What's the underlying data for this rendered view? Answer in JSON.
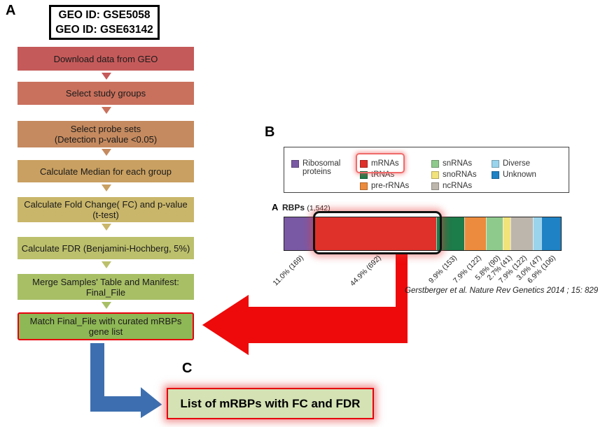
{
  "panel_labels": {
    "a": "A",
    "b": "B",
    "c": "C",
    "inner_a": "A"
  },
  "geo_ids": [
    "GEO ID: GSE5058",
    "GEO ID: GSE63142"
  ],
  "steps": [
    {
      "lines": [
        "Download data from GEO"
      ],
      "color": "#c55a5a"
    },
    {
      "lines": [
        "Select study groups"
      ],
      "color": "#c9715d"
    },
    {
      "lines": [
        "Select probe sets",
        "(Detection p-value <0.05)"
      ],
      "color": "#c58a5f"
    },
    {
      "lines": [
        "Calculate Median for each group"
      ],
      "color": "#c9a061"
    },
    {
      "lines": [
        "Calculate Fold Change( FC) and p-value",
        "(t-test)"
      ],
      "color": "#c9b66a"
    },
    {
      "lines": [
        "Calculate FDR (Benjamini-Hochberg, 5%)"
      ],
      "color": "#bcc06c"
    },
    {
      "lines": [
        "Merge Samples' Table  and Manifest:",
        "Final_File"
      ],
      "color": "#a8bf66"
    },
    {
      "lines": [
        "Match Final_File with curated mRBPs",
        "gene list"
      ],
      "color": "#8eb755"
    }
  ],
  "legend": {
    "items": [
      {
        "label": "Ribosomal",
        "label2": "proteins",
        "color": "#7a59a4"
      },
      {
        "label": "mRNAs",
        "color": "#e0302a"
      },
      {
        "label": "tRNAs",
        "color": "#1c7c4a"
      },
      {
        "label": "pre-rRNAs",
        "color": "#ec8b3d"
      },
      {
        "label": "snRNAs",
        "color": "#8fca8d"
      },
      {
        "label": "snoRNAs",
        "color": "#f2e27a"
      },
      {
        "label": "ncRNAs",
        "color": "#bdb6ad"
      },
      {
        "label": "Diverse",
        "color": "#99d4ec"
      },
      {
        "label": "Unknown",
        "color": "#1e82c4"
      }
    ]
  },
  "rbp_title": "RBPs",
  "rbp_count": "(1,542)",
  "chart_data": {
    "type": "bar",
    "title": "RBPs (1,542)",
    "series": [
      {
        "name": "Ribosomal proteins",
        "value": 11.0,
        "count": 169,
        "label": "11.0% (169)",
        "color": "#7a59a4"
      },
      {
        "name": "mRNAs",
        "value": 44.9,
        "count": 692,
        "label": "44.9% (692)",
        "color": "#e0302a"
      },
      {
        "name": "tRNAs",
        "value": 9.9,
        "count": 153,
        "label": "9.9% (153)",
        "color": "#1c7c4a"
      },
      {
        "name": "pre-rRNAs",
        "value": 7.9,
        "count": 122,
        "label": "7.9% (122)",
        "color": "#ec8b3d"
      },
      {
        "name": "snRNAs",
        "value": 5.8,
        "count": 90,
        "label": "5.8% (90)",
        "color": "#8fca8d"
      },
      {
        "name": "snoRNAs",
        "value": 2.7,
        "count": 41,
        "label": "2.7% (41)",
        "color": "#f2e27a"
      },
      {
        "name": "ncRNAs",
        "value": 7.9,
        "count": 122,
        "label": "7.9% (122)",
        "color": "#bdb6ad"
      },
      {
        "name": "Diverse",
        "value": 3.0,
        "count": 47,
        "label": "3.0% (47)",
        "color": "#99d4ec"
      },
      {
        "name": "Unknown",
        "value": 6.9,
        "count": 106,
        "label": "6.9% (106)",
        "color": "#1e82c4"
      }
    ]
  },
  "citation": "Gerstberger et al. Nature Rev Genetics 2014 ; 15: 829",
  "result": "List of mRBPs with FC and FDR",
  "colors": {
    "big_arrow_red": "#ee0a0a",
    "blue_arrow": "#3d6fb0",
    "highlight_red": "#e7000e"
  }
}
